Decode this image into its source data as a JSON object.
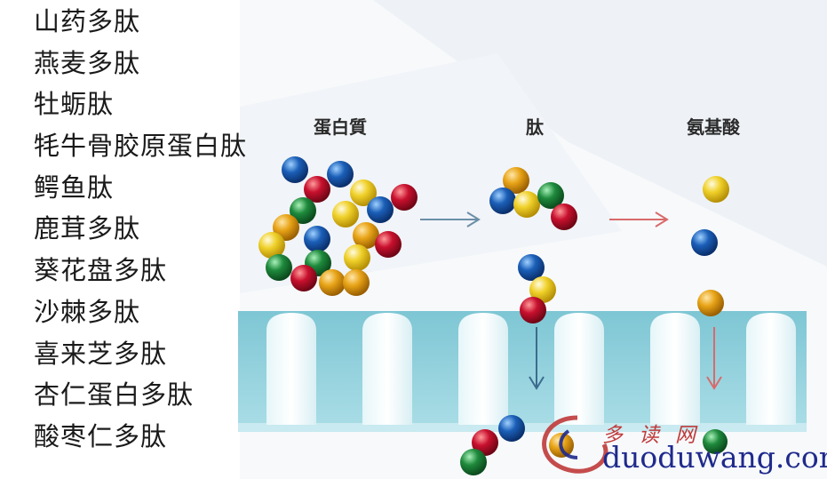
{
  "peptides": [
    "山药多肽",
    "燕麦多肽",
    "牡蛎肽",
    "牦牛骨胶原蛋白肽",
    "鳄鱼肽",
    "鹿茸多肽",
    "葵花盘多肽",
    "沙棘多肽",
    "喜来芝多肽",
    "杏仁蛋白多肽",
    "酸枣仁多肽"
  ],
  "stages": {
    "protein": "蛋白質",
    "peptide": "肽",
    "amino_acid": "氨基酸"
  },
  "watermark": {
    "cjk": "多读网",
    "latin": "duoduwang.com"
  },
  "colors": {
    "blue": "#1b5fb8",
    "red": "#c8102e",
    "green": "#1e8a3c",
    "yellow": "#f0d12a",
    "orange": "#e8a417",
    "membrane": "#8fd0dc",
    "arrow_gray": "#6b8fa8",
    "arrow_red": "#d96a6a"
  }
}
